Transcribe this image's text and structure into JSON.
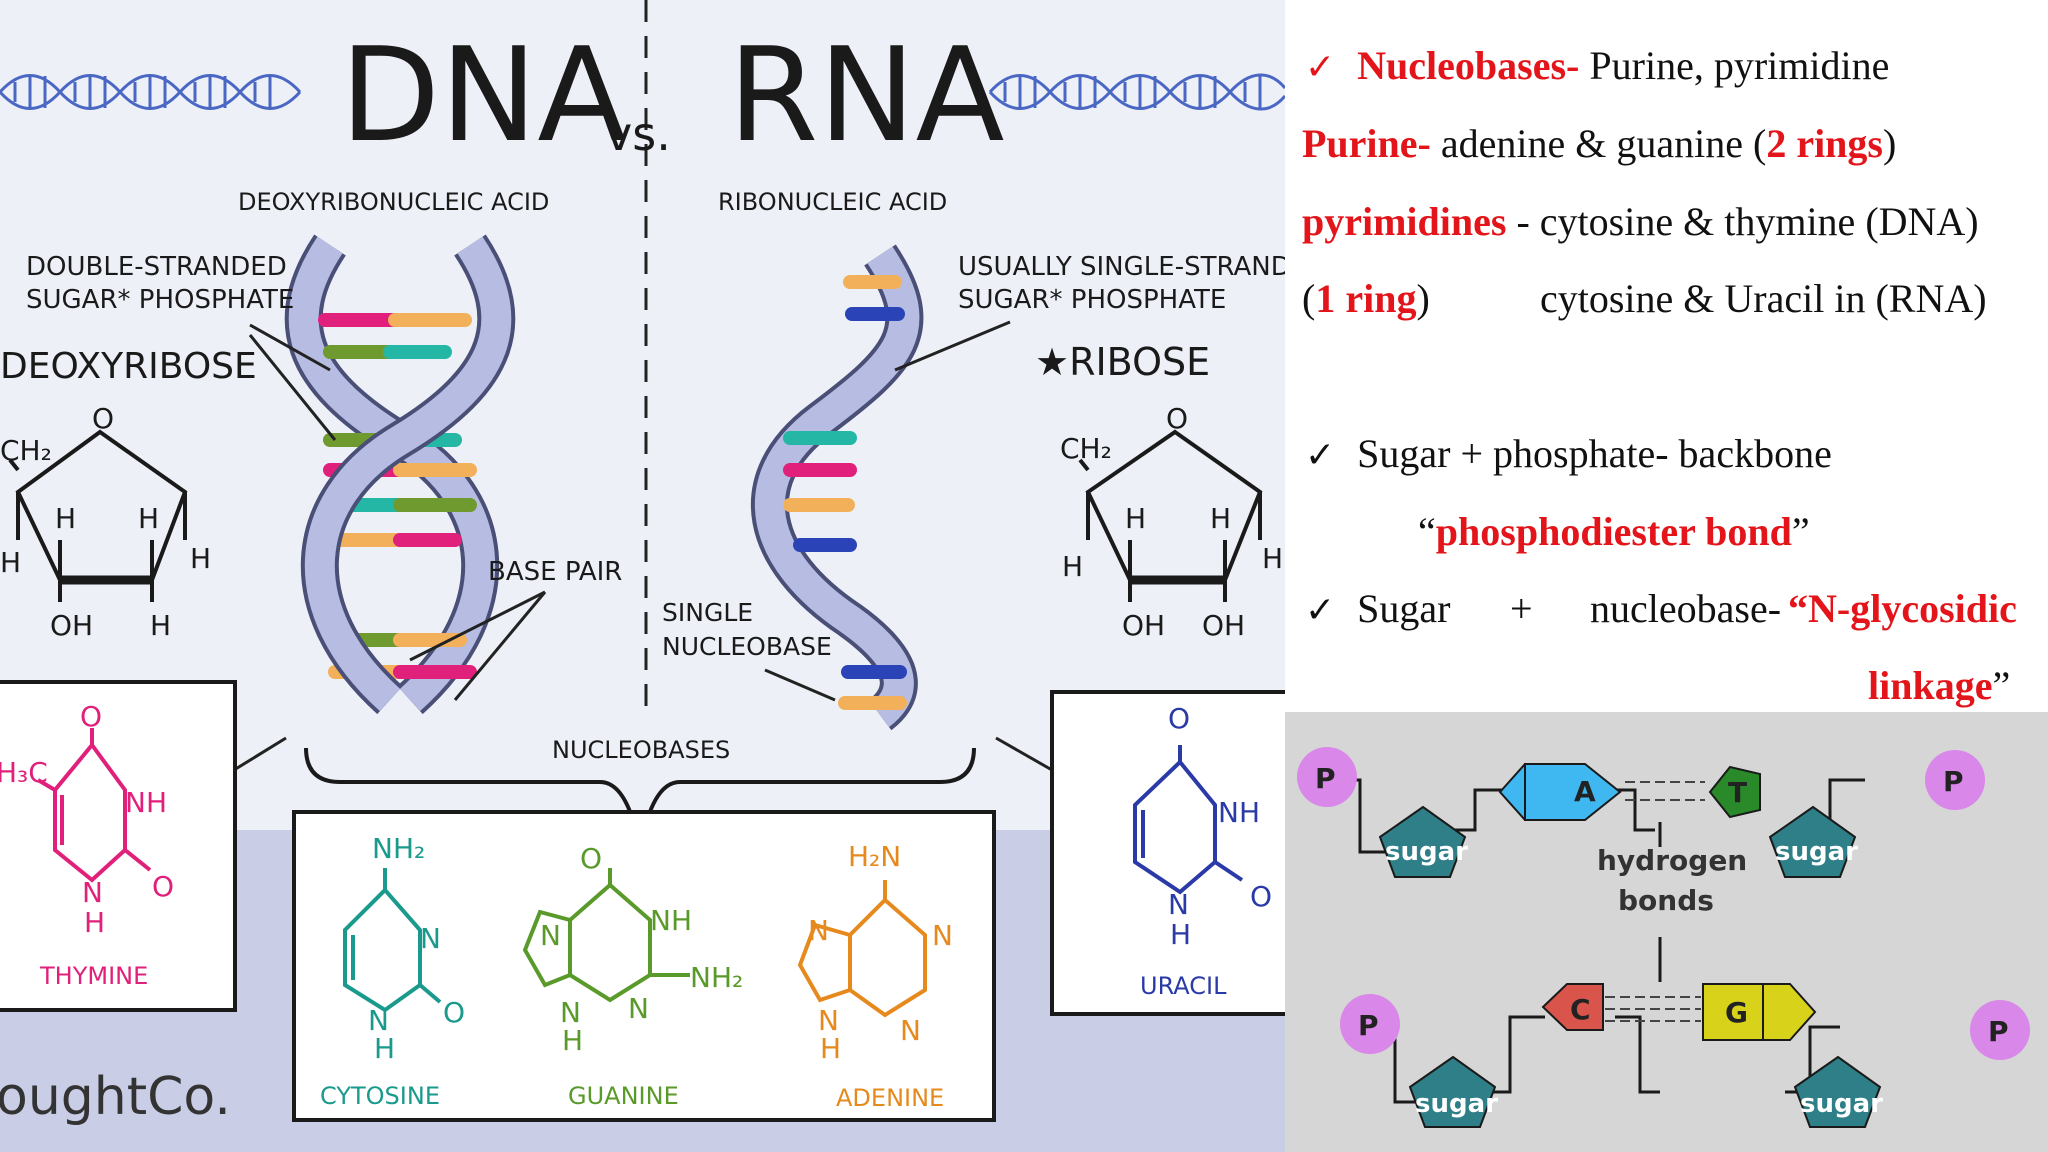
{
  "left_panel": {
    "title_dna": "DNA",
    "title_vs": "vs.",
    "title_rna": "RNA",
    "dna_full": "DEOXYRIBONUCLEIC ACID",
    "rna_full": "RIBONUCLEIC ACID",
    "dna_strand_line1": "DOUBLE-STRANDED",
    "dna_strand_line2": "SUGAR* PHOSPHATE",
    "rna_strand_line1": "USUALLY SINGLE-STRANDEI",
    "rna_strand_line2": "SUGAR* PHOSPHATE",
    "deoxyribose_label": "DEOXYRIBOSE",
    "ribose_label": "★RIBOSE",
    "base_pair_label": "BASE PAIR",
    "single_nucleobase_line1": "SINGLE",
    "single_nucleobase_line2": "NUCLEOBASE",
    "nucleobases_label": "NUCLEOBASES",
    "sugar_atoms": {
      "o": "O",
      "ch2": "CH₂",
      "h": "H",
      "oh": "OH"
    },
    "thymine": {
      "name": "THYMINE",
      "ch3": "H₃C",
      "o": "O",
      "nh": "NH",
      "n": "N",
      "h": "H"
    },
    "uracil": {
      "name": "URACIL",
      "o": "O",
      "nh": "NH",
      "n": "N",
      "h": "H"
    },
    "cytosine": {
      "name": "CYTOSINE",
      "nh2": "NH₂",
      "n": "N",
      "o": "O",
      "h": "H"
    },
    "guanine": {
      "name": "GUANINE",
      "o": "O",
      "nh": "NH",
      "nh2": "NH₂",
      "n": "N",
      "h": "H"
    },
    "adenine": {
      "name": "ADENINE",
      "h2n": "H₂N",
      "n": "N",
      "h": "H"
    },
    "watermark": "oughtCo."
  },
  "notes": {
    "check": "✓",
    "line1_label": "Nucleobases-",
    "line1_text": " Purine, pyrimidine",
    "line2_label": "Purine-",
    "line2_text_a": " adenine & guanine (",
    "line2_em": "2 rings",
    "line2_text_b": ")",
    "line3_label": "pyrimidines",
    "line3_text": " - cytosine & thymine (DNA)",
    "line4_open": "(",
    "line4_em": "1 ring",
    "line4_close": ")",
    "line4_text": "cytosine & Uracil in (RNA)",
    "line5_text": "Sugar + phosphate- backbone",
    "line6_open": "“",
    "line6_em": "phosphodiester bond",
    "line6_close": "”",
    "line7_text_a": "Sugar",
    "line7_plus": "+",
    "line7_text_b": "nucleobase-",
    "line7_open": "“",
    "line7_em": "N-glycosidic",
    "line8_em": "linkage",
    "line8_close": "”"
  },
  "bonds_diagram": {
    "p": "P",
    "sugar": "sugar",
    "a": "A",
    "t": "T",
    "c": "C",
    "g": "G",
    "hydrogen_line1": "hydrogen",
    "hydrogen_line2": "bonds"
  },
  "colors": {
    "thymine": "#e0207a",
    "uracil": "#2a3aa6",
    "cytosine": "#1a9a8c",
    "guanine": "#5a9a2a",
    "adenine": "#e68a1e",
    "emphasis_red": "#e3151a",
    "phosphate": "#d987e8",
    "sugar": "#2e7f88",
    "a_base": "#3fb7f0",
    "t_base": "#2a8a2a",
    "c_base": "#d9544a",
    "g_base": "#d8d21a"
  }
}
